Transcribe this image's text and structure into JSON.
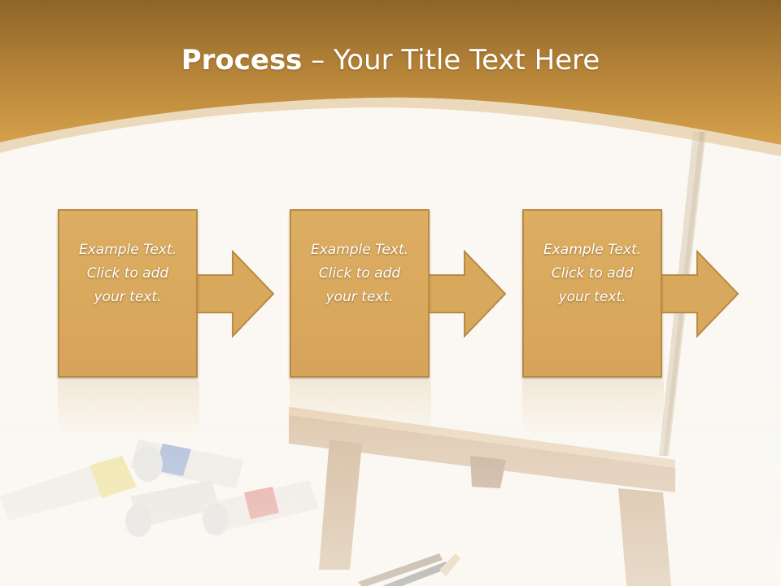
{
  "title": {
    "bold_part": "Process",
    "rest_part": " – Your Title Text Here"
  },
  "steps": [
    {
      "text": "Example Text.\nClick  to add\nyour text."
    },
    {
      "text": "Example Text.\nClick  to add\nyour text."
    },
    {
      "text": "Example Text.\nClick  to add\nyour text."
    }
  ],
  "colors": {
    "header": "#c9953f",
    "box_fill": "#d9a95e",
    "box_border": "#b98a45",
    "arrow_fill": "#d8a85c",
    "background": "#fbf8f3"
  },
  "icons": [
    "paint-tubes-illustration",
    "easel-illustration",
    "pencils-illustration"
  ]
}
